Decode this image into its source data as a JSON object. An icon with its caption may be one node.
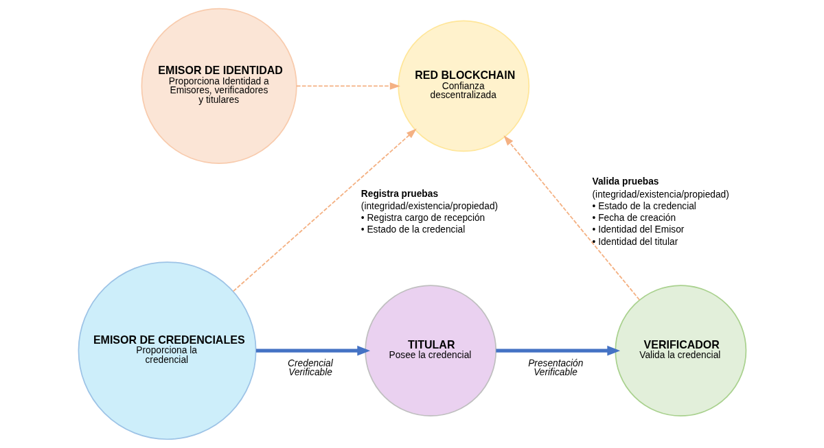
{
  "diagram": {
    "nodes": [
      {
        "text": [
          "EMISOR DE IDENTIDAD",
          "Proporciona Identidad a Emisores, verificadores y titulares"
        ]
      },
      {
        "text": [
          "RED BLOCKCHAIN",
          "Confianza descentralizada"
        ]
      },
      {
        "text": [
          "EMISOR DE CREDENCIALES",
          "Proporciona la credencial"
        ]
      },
      {
        "text": [
          "TITULAR",
          "Posee la credencial"
        ]
      },
      {
        "text": [
          "VERIFICADOR",
          "Valida la credencial"
        ]
      }
    ],
    "edges": [
      {
        "from": 0,
        "to": 1,
        "arrow": "to",
        "style": "dashed"
      },
      {
        "from": 2,
        "to": 1,
        "arrow": "to",
        "style": "dashed",
        "label": "Registra pruebas (integridad/existencia/propiedad) • Registra cargo de recepción • Estado de la credencial"
      },
      {
        "from": 2,
        "to": 3,
        "arrow": "to",
        "style": "thick",
        "color": "#4472c4",
        "label": "Credencial Verificable"
      },
      {
        "from": 3,
        "to": 4,
        "arrow": "to",
        "style": "thick",
        "color": "#4472c4",
        "label": "Presentación Verificable"
      },
      {
        "from": 4,
        "to": 1,
        "arrow": "to",
        "style": "dashed",
        "label": "Valida pruebas (integridad/existencia/propiedad) • Estado de la credencial • Fecha de creación • Identidad del Emisor • Identidad del titular"
      }
    ]
  }
}
